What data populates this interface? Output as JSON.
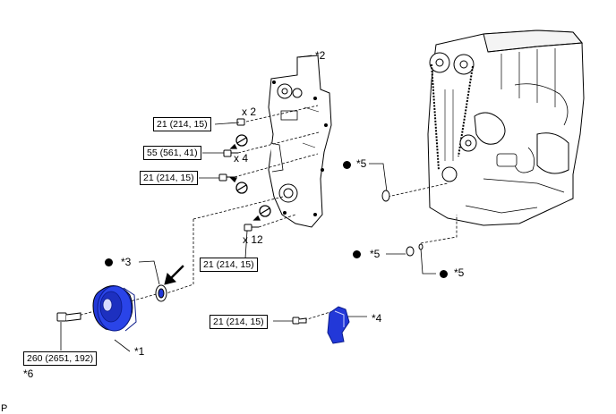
{
  "callouts": {
    "c1": "*1",
    "c2": "*2",
    "c3": "*3",
    "c4": "*4",
    "c5a": "*5",
    "c5b": "*5",
    "c5c": "*5",
    "c6": "*6"
  },
  "quantities": {
    "q2": "x 2",
    "q4": "x 4",
    "q12": "x 12"
  },
  "torques": {
    "t_cover_top": "21 (214, 15)",
    "t_cover_55": "55 (561, 41)",
    "t_cover_mid": "21 (214, 15)",
    "t_cover_bottom": "21 (214, 15)",
    "t_tensioner": "21 (214, 15)",
    "t_pulley_bolt": "260 (2651, 192)"
  },
  "corner_mark": "P",
  "colors": {
    "highlight_part": "#2238d8",
    "line": "#000000"
  }
}
